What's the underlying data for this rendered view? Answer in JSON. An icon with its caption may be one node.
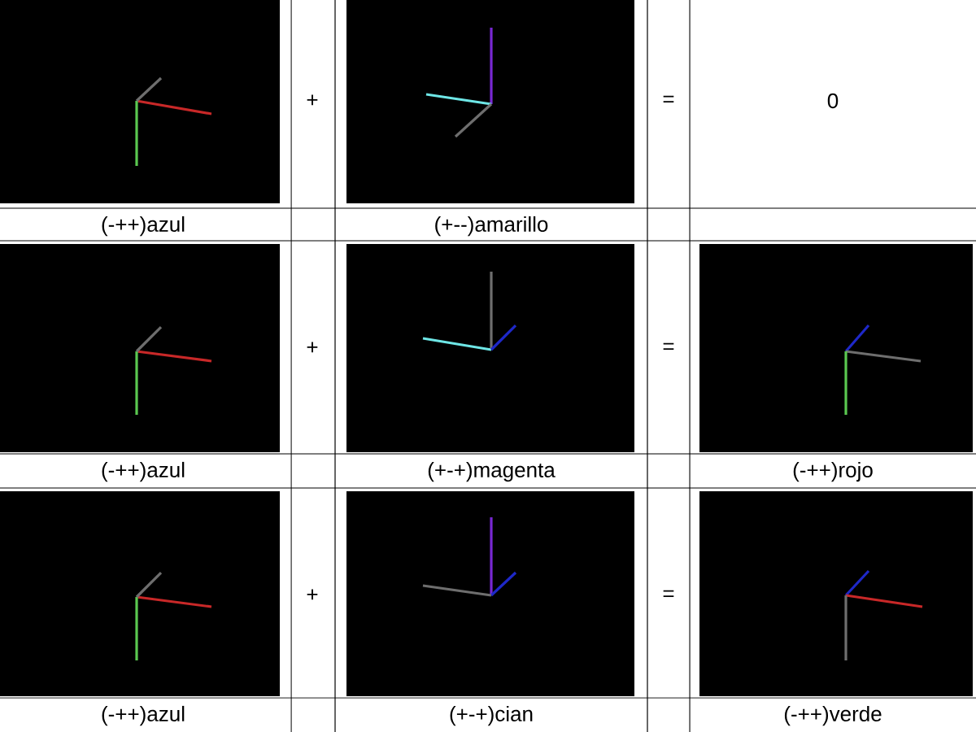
{
  "diagram": {
    "labels": [
      "+",
      "=",
      "0",
      "(-++)azul",
      "(+--)amarillo",
      "+",
      "=",
      "(-++)azul",
      "(+-+)magenta",
      "(-++)rojo",
      "+",
      "=",
      "(-++)azul",
      "(+-+)cian",
      "(-++)verde"
    ]
  }
}
